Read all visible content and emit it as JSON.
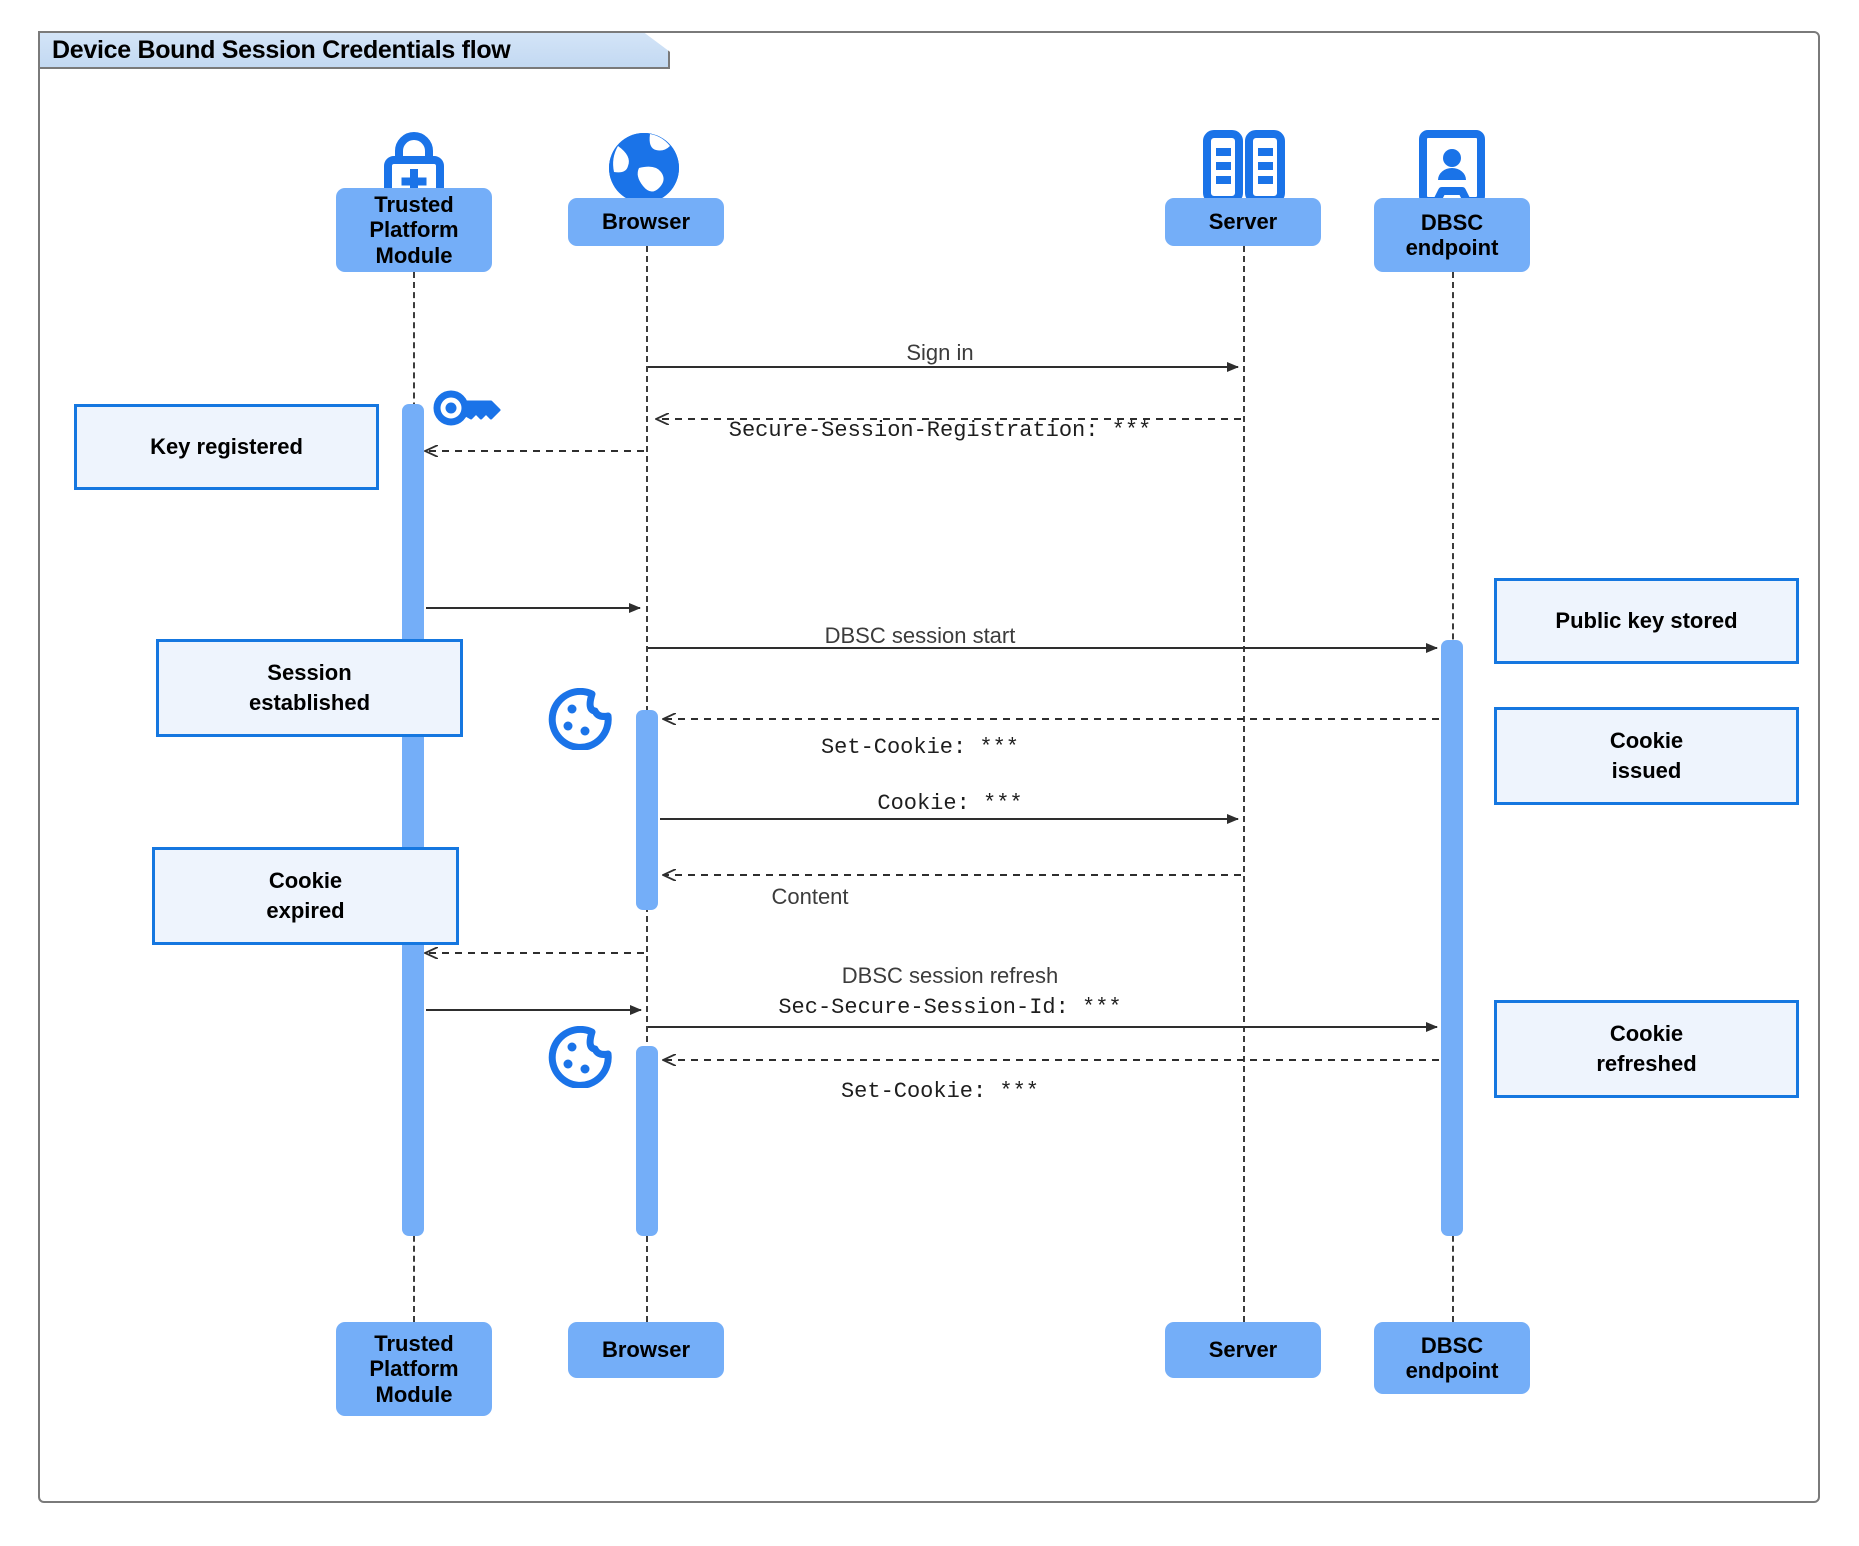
{
  "diagram": {
    "title": "Device Bound Session Credentials flow",
    "type": "sequence-diagram",
    "colors": {
      "participant_fill": "#74aef8",
      "note_fill": "#eef4fd",
      "note_border": "#1577e0",
      "icon_blue": "#1a73e8",
      "frame_border": "#7a7a7a",
      "title_fill": "#c9dcf4",
      "arrow": "#3a3a3a"
    },
    "participants": [
      {
        "id": "tpm",
        "label": "Trusted\nPlatform\nModule",
        "icon": "lock-plus-icon"
      },
      {
        "id": "browser",
        "label": "Browser",
        "icon": "globe-icon"
      },
      {
        "id": "server",
        "label": "Server",
        "icon": "server-rack-icon"
      },
      {
        "id": "dbsc",
        "label": "DBSC\nendpoint",
        "icon": "id-badge-icon"
      }
    ],
    "messages": [
      {
        "id": "m1",
        "from": "browser",
        "to": "server",
        "text": "Sign in",
        "style": "solid",
        "font": "sans"
      },
      {
        "id": "m2",
        "from": "server",
        "to": "browser",
        "text": "Secure-Session-Registration: ***",
        "style": "dashed",
        "font": "mono"
      },
      {
        "id": "m3",
        "from": "browser",
        "to": "tpm",
        "text": "",
        "style": "dashed",
        "font": "sans"
      },
      {
        "id": "m4",
        "from": "tpm",
        "to": "browser",
        "text": "",
        "style": "solid",
        "font": "sans"
      },
      {
        "id": "m5",
        "from": "browser",
        "to": "dbsc",
        "text": "DBSC session start",
        "style": "solid",
        "font": "sans"
      },
      {
        "id": "m6",
        "from": "dbsc",
        "to": "browser",
        "text": "Set-Cookie: ***",
        "style": "dashed",
        "font": "mono"
      },
      {
        "id": "m7",
        "from": "browser",
        "to": "server",
        "text": "Cookie: ***",
        "style": "solid",
        "font": "mono"
      },
      {
        "id": "m8",
        "from": "server",
        "to": "browser",
        "text": "Content",
        "style": "dashed",
        "font": "sans"
      },
      {
        "id": "m9",
        "from": "browser",
        "to": "tpm",
        "text": "",
        "style": "dashed",
        "font": "sans"
      },
      {
        "id": "m10",
        "from": "tpm",
        "to": "dbsc",
        "text": "DBSC session refresh",
        "style": "solid",
        "font": "sans",
        "text2": "Sec-Secure-Session-Id: ***",
        "font2": "mono"
      },
      {
        "id": "m11",
        "from": "dbsc",
        "to": "browser",
        "text": "Set-Cookie: ***",
        "style": "dashed",
        "font": "mono"
      }
    ],
    "notes": [
      {
        "id": "n1",
        "text": "Key registered",
        "anchor": "tpm"
      },
      {
        "id": "n2",
        "text": "Session\nestablished",
        "anchor": "tpm"
      },
      {
        "id": "n3",
        "text": "Cookie\nexpired",
        "anchor": "tpm"
      },
      {
        "id": "n4",
        "text": "Public key stored",
        "anchor": "dbsc"
      },
      {
        "id": "n5",
        "text": "Cookie\nissued",
        "anchor": "dbsc"
      },
      {
        "id": "n6",
        "text": "Cookie\nrefreshed",
        "anchor": "dbsc"
      }
    ],
    "inline_icons": [
      {
        "id": "i1",
        "name": "key-icon",
        "near": "tpm"
      },
      {
        "id": "i2",
        "name": "cookie-icon",
        "near": "browser"
      },
      {
        "id": "i3",
        "name": "cookie-icon",
        "near": "browser"
      }
    ]
  }
}
